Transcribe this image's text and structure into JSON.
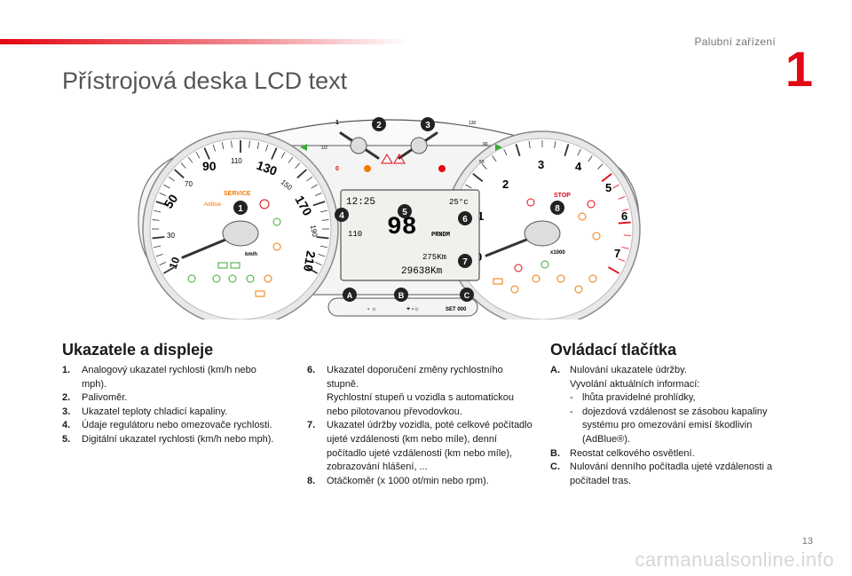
{
  "header": {
    "chapter_title": "Palubní zařízení",
    "chapter_number": "1",
    "page_title": "Přístrojová deska LCD text"
  },
  "figure": {
    "speedo_labels": [
      "10",
      "30",
      "50",
      "70",
      "90",
      "110",
      "130",
      "150",
      "170",
      "190",
      "210"
    ],
    "speedo_unit": "km/h",
    "service_text": "SERVICE",
    "adblue_text": "AdBlue",
    "tacho_labels": [
      "0",
      "1",
      "2",
      "3",
      "4",
      "5",
      "6",
      "7"
    ],
    "tacho_unit": "x1000",
    "stop_text": "STOP",
    "lcd": {
      "time": "12:25",
      "temp": "25°c",
      "speed": "98",
      "small_speed": "110",
      "gear_display": "PRNDM",
      "trip": "275Km",
      "odometer": "29638Km"
    },
    "callouts": {
      "c1": "1",
      "c2": "2",
      "c3": "3",
      "c4": "4",
      "c5": "5",
      "c6": "6",
      "c7": "7",
      "c8": "8",
      "ca": "A",
      "cb": "B",
      "cc": "C"
    },
    "button_labels": {
      "b": "+ -☼",
      "a": "- ☼",
      "c": "SET 000"
    }
  },
  "indicators": {
    "title": "Ukazatele a displeje",
    "items": [
      {
        "num": "1.",
        "text": "Analogový ukazatel rychlosti (km/h nebo mph)."
      },
      {
        "num": "2.",
        "text": "Palivoměr."
      },
      {
        "num": "3.",
        "text": "Ukazatel teploty chladicí kapaliny."
      },
      {
        "num": "4.",
        "text": "Údaje regulátoru nebo omezovače rychlosti."
      },
      {
        "num": "5.",
        "text": "Digitální ukazatel rychlosti (km/h nebo mph)."
      }
    ],
    "items2": [
      {
        "num": "6.",
        "text": "Ukazatel doporučení změny rychlostního stupně."
      },
      {
        "text": "Rychlostní stupeň u vozidla s automatickou nebo pilotovanou převodovkou."
      },
      {
        "num": "7.",
        "text": "Ukazatel údržby vozidla, poté celkové počítadlo ujeté vzdálenosti (km nebo míle), denní počítadlo ujeté vzdálenosti (km nebo míle), zobrazování hlášení, ..."
      },
      {
        "num": "8.",
        "text": "Otáčkoměr (x 1000 ot/min nebo rpm)."
      }
    ]
  },
  "buttons": {
    "title": "Ovládací tlačítka",
    "a_num": "A.",
    "a_text": "Nulování ukazatele údržby.",
    "a_line2": "Vyvolání aktuálních informací:",
    "a_sub": [
      {
        "dash": "-",
        "text": "lhůta pravidelné prohlídky,"
      },
      {
        "dash": "-",
        "text": "dojezdová vzdálenost se zásobou kapaliny systému pro omezování emisí škodlivin (AdBlue®)."
      }
    ],
    "b_num": "B.",
    "b_text": "Reostat celkového osvětlení.",
    "c_num": "C.",
    "c_text": "Nulování denního počítadla ujeté vzdálenosti a počítadel tras."
  },
  "footer": {
    "page_number": "13",
    "watermark": "carmanualsonline.info"
  },
  "colors": {
    "accent": "#e30613",
    "warning_orange": "#f07a00",
    "warning_green": "#3aaa35",
    "callout_fill": "#222222"
  }
}
